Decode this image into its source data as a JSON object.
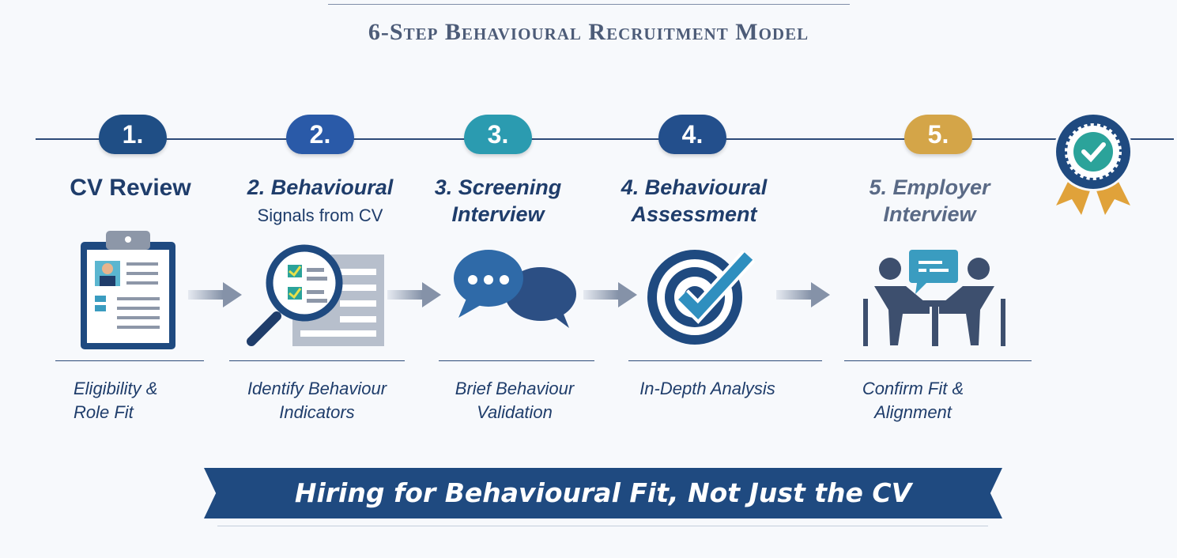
{
  "title": "6-Step Behavioural Recruitment Model",
  "steps": [
    {
      "number": "1.",
      "title1": "CV Review",
      "title2": "",
      "desc1": "Eligibility &",
      "desc2": "Role Fit",
      "color": "#1f4e85",
      "icon": "clipboard-cv-icon"
    },
    {
      "number": "2.",
      "title1": "2. Behavioural",
      "title2": "Signals from CV",
      "desc1": "Identify Behaviour",
      "desc2": "Indicators",
      "color": "#2a5aa8",
      "icon": "magnifier-checklist-icon"
    },
    {
      "number": "3.",
      "title1": "3. Screening",
      "title2": "Interview",
      "desc1": "Brief Behaviour",
      "desc2": "Validation",
      "color": "#2b9bb0",
      "icon": "chat-bubbles-icon"
    },
    {
      "number": "4.",
      "title1": "4. Behavioural",
      "title2": "Assessment",
      "desc1": "In-Depth Analysis",
      "desc2": "",
      "color": "#234f8c",
      "icon": "target-check-icon"
    },
    {
      "number": "5.",
      "title1": "5. Employer",
      "title2": "Interview",
      "desc1": "Confirm Fit &",
      "desc2": "Alignment",
      "color": "#d4a548",
      "icon": "meeting-icon"
    }
  ],
  "banner": "Hiring for Behavioural Fit, Not Just the CV"
}
